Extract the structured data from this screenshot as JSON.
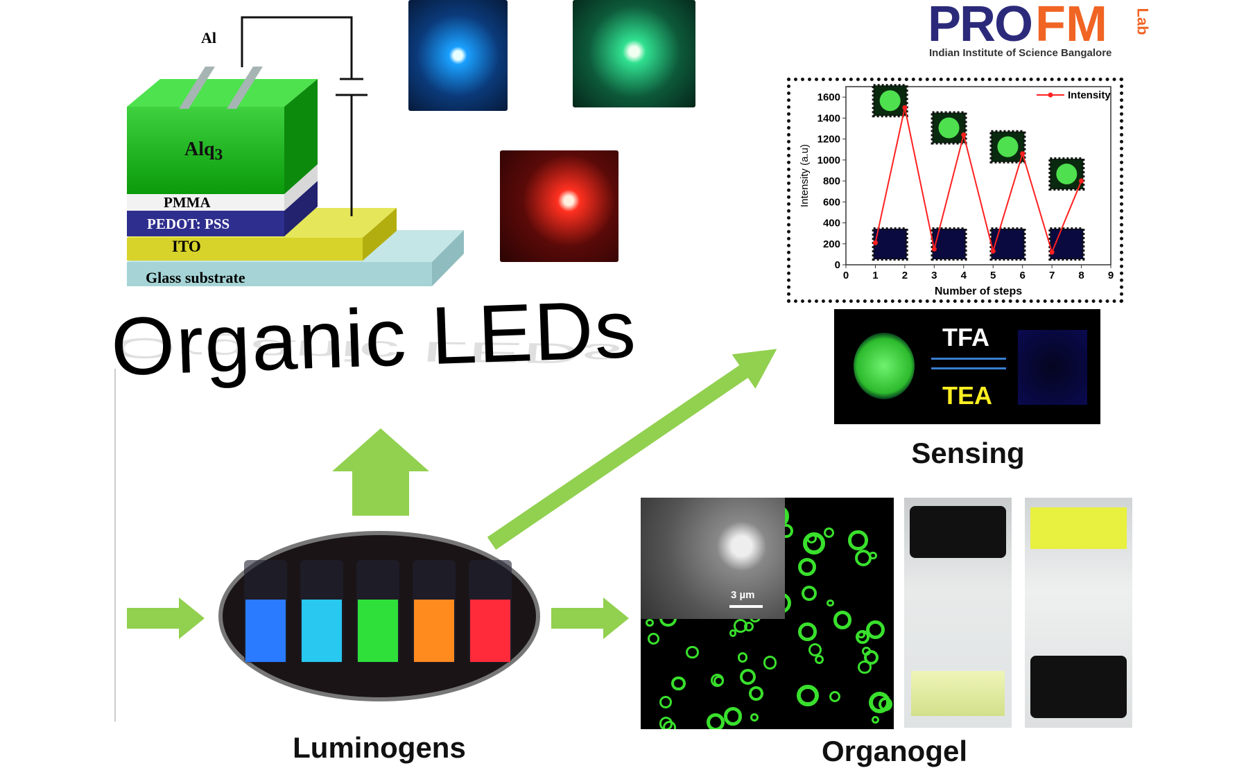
{
  "oled": {
    "layers": {
      "al": "Al",
      "alq3": "Alq",
      "alq3_sub": "3",
      "pmma": "PMMA",
      "pedot": "PEDOT: PSS",
      "ito": "ITO",
      "glass": "Glass substrate"
    },
    "title": "Organic LEDs"
  },
  "logo": {
    "pro": "PRO",
    "fm": "FM",
    "lab": "Lab",
    "subtitle": "Indian Institute of Science Bangalore"
  },
  "sensing": {
    "label": "Sensing",
    "tfa": "TFA",
    "tea": "TEA"
  },
  "luminogens": {
    "label": "Luminogens",
    "vial_colors": [
      "#2a7bff",
      "#28c8f0",
      "#2fe03a",
      "#ff8a1e",
      "#ff2a3a"
    ]
  },
  "organogel": {
    "label": "Organogel",
    "scale_bar": "3 µm"
  },
  "colors": {
    "arrow": "#92d050",
    "pro": "#2b2a7a",
    "fm": "#f06424",
    "line": "#ff2020"
  },
  "chart_data": {
    "type": "line",
    "xlabel": "Number of steps",
    "ylabel": "Intensity (a.u)",
    "legend": "Intensity",
    "legend_position": "top-right",
    "xlim": [
      0,
      9
    ],
    "ylim": [
      0,
      1700
    ],
    "xticks": [
      "0",
      "1",
      "2",
      "3",
      "4",
      "5",
      "6",
      "7",
      "8",
      "9"
    ],
    "yticks": [
      "0",
      "200",
      "400",
      "600",
      "800",
      "1000",
      "1200",
      "1400",
      "1600"
    ],
    "x": [
      1,
      2,
      3,
      4,
      5,
      6,
      7,
      8
    ],
    "y": [
      210,
      1500,
      150,
      1240,
      130,
      1060,
      120,
      800
    ]
  }
}
